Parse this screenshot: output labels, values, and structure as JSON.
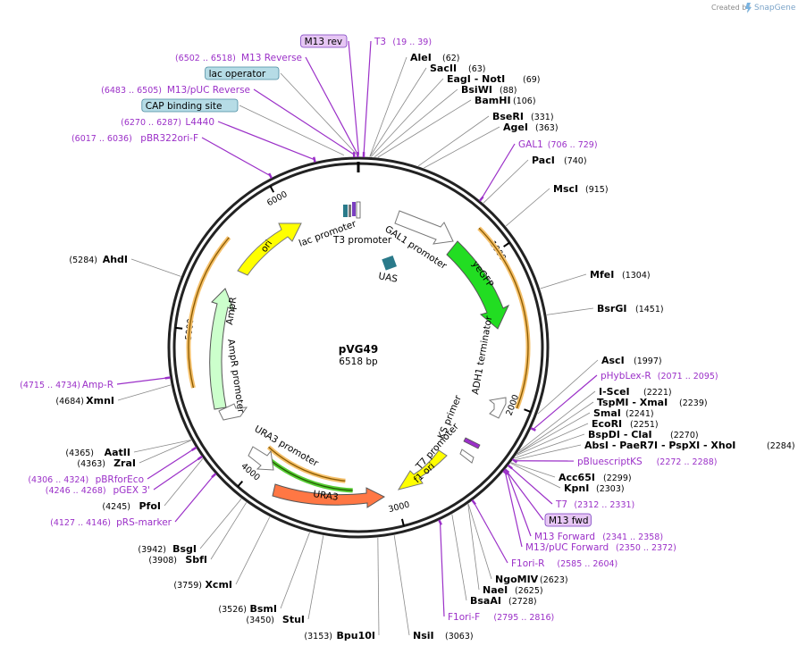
{
  "plasmid": {
    "name": "pVG49",
    "length": "6518 bp"
  },
  "credit": "Created by",
  "brand": "SnapGene",
  "ticks": [
    "1000",
    "2000",
    "3000",
    "4000",
    "5000",
    "6000"
  ],
  "features": [
    {
      "id": "gal1p",
      "label": "GAL1 promoter",
      "color": "#ffffff"
    },
    {
      "id": "yegfp",
      "label": "yeGFP",
      "color": "#22dd22"
    },
    {
      "id": "adh1",
      "label": "ADH1 terminator",
      "color": "#ffffff"
    },
    {
      "id": "ks",
      "label": "KS primer",
      "color": "#ffffff"
    },
    {
      "id": "t7p",
      "label": "T7 promoter",
      "color": "#ffffff"
    },
    {
      "id": "f1",
      "label": "f1 ori",
      "color": "#ffff00"
    },
    {
      "id": "ura3",
      "label": "URA3",
      "color": "#ff7744"
    },
    {
      "id": "ura3p",
      "label": "URA3 promoter",
      "color": "#ffffff"
    },
    {
      "id": "ampp",
      "label": "AmpR promoter",
      "color": "#ffffff"
    },
    {
      "id": "ampr",
      "label": "AmpR",
      "color": "#ccffcc"
    },
    {
      "id": "ori",
      "label": "ori",
      "color": "#ffff00"
    },
    {
      "id": "lacp",
      "label": "lac promoter",
      "color": "#ffffff"
    },
    {
      "id": "t3p",
      "label": "T3 promoter",
      "color": "#ffffff"
    },
    {
      "id": "uas",
      "label": "UAS",
      "color": "#2a7a8a"
    }
  ],
  "left_labels": [
    {
      "text": "M13 rev",
      "pos": "",
      "type": "boxp"
    },
    {
      "text": "M13 Reverse",
      "pos": "(6502 .. 6518)",
      "type": "primer"
    },
    {
      "text": "lac operator",
      "pos": "",
      "type": "boxb"
    },
    {
      "text": "M13/pUC Reverse",
      "pos": "(6483 .. 6505)",
      "type": "primer"
    },
    {
      "text": "CAP binding site",
      "pos": "",
      "type": "boxb"
    },
    {
      "text": "L4440",
      "pos": "(6270 .. 6287)",
      "type": "primer"
    },
    {
      "text": "pBR322ori-F",
      "pos": "(6017 .. 6036)",
      "type": "primer"
    },
    {
      "text": "AhdI",
      "pos": "(5284)",
      "type": "enzyme"
    },
    {
      "text": "Amp-R",
      "pos": "(4715 .. 4734)",
      "type": "primer"
    },
    {
      "text": "XmnI",
      "pos": "(4684)",
      "type": "enzyme"
    },
    {
      "text": "AatII",
      "pos": "(4365)",
      "type": "enzyme"
    },
    {
      "text": "ZraI",
      "pos": "(4363)",
      "type": "enzyme"
    },
    {
      "text": "pBRforEco",
      "pos": "(4306 .. 4324)",
      "type": "primer"
    },
    {
      "text": "pGEX 3'",
      "pos": "(4246 .. 4268)",
      "type": "primer"
    },
    {
      "text": "PfoI",
      "pos": "(4245)",
      "type": "enzyme"
    },
    {
      "text": "pRS-marker",
      "pos": "(4127 .. 4146)",
      "type": "primer"
    },
    {
      "text": "BsgI",
      "pos": "(3942)",
      "type": "enzyme"
    },
    {
      "text": "SbfI",
      "pos": "(3908)",
      "type": "enzyme"
    },
    {
      "text": "XcmI",
      "pos": "(3759)",
      "type": "enzyme"
    },
    {
      "text": "BsmI",
      "pos": "(3526)",
      "type": "enzyme"
    },
    {
      "text": "StuI",
      "pos": "(3450)",
      "type": "enzyme"
    },
    {
      "text": "Bpu10I",
      "pos": "(3153)",
      "type": "enzyme"
    }
  ],
  "right_labels": [
    {
      "text": "T3",
      "pos": "(19 .. 39)",
      "type": "primer"
    },
    {
      "text": "AleI",
      "pos": "(62)",
      "type": "enzyme"
    },
    {
      "text": "SacII",
      "pos": "(63)",
      "type": "enzyme"
    },
    {
      "text": "EagI - NotI",
      "pos": "(69)",
      "type": "enzyme"
    },
    {
      "text": "BsiWI",
      "pos": "(88)",
      "type": "enzyme"
    },
    {
      "text": "BamHI",
      "pos": "(106)",
      "type": "enzyme"
    },
    {
      "text": "BseRI",
      "pos": "(331)",
      "type": "enzyme"
    },
    {
      "text": "AgeI",
      "pos": "(363)",
      "type": "enzyme"
    },
    {
      "text": "GAL1",
      "pos": "(706 .. 729)",
      "type": "primer"
    },
    {
      "text": "PacI",
      "pos": "(740)",
      "type": "enzyme"
    },
    {
      "text": "MscI",
      "pos": "(915)",
      "type": "enzyme"
    },
    {
      "text": "MfeI",
      "pos": "(1304)",
      "type": "enzyme"
    },
    {
      "text": "BsrGI",
      "pos": "(1451)",
      "type": "enzyme"
    },
    {
      "text": "AscI",
      "pos": "(1997)",
      "type": "enzyme"
    },
    {
      "text": "pHybLex-R",
      "pos": "(2071 .. 2095)",
      "type": "primer"
    },
    {
      "text": "I-SceI",
      "pos": "(2221)",
      "type": "enzyme"
    },
    {
      "text": "TspMI - XmaI",
      "pos": "(2239)",
      "type": "enzyme"
    },
    {
      "text": "SmaI",
      "pos": "(2241)",
      "type": "enzyme"
    },
    {
      "text": "EcoRI",
      "pos": "(2251)",
      "type": "enzyme"
    },
    {
      "text": "BspDI - ClaI",
      "pos": "(2270)",
      "type": "enzyme"
    },
    {
      "text": "AbsI - PaeR7I - PspXI - XhoI",
      "pos": "(2284)",
      "type": "enzyme"
    },
    {
      "text": "pBluescriptKS",
      "pos": "(2272 .. 2288)",
      "type": "primer"
    },
    {
      "text": "Acc65I",
      "pos": "(2299)",
      "type": "enzyme"
    },
    {
      "text": "KpnI",
      "pos": "(2303)",
      "type": "enzyme"
    },
    {
      "text": "T7",
      "pos": "(2312 .. 2331)",
      "type": "primer"
    },
    {
      "text": "M13 fwd",
      "pos": "",
      "type": "boxp"
    },
    {
      "text": "M13 Forward",
      "pos": "(2341 .. 2358)",
      "type": "primer"
    },
    {
      "text": "M13/pUC Forward",
      "pos": "(2350 .. 2372)",
      "type": "primer"
    },
    {
      "text": "F1ori-R",
      "pos": "(2585 .. 2604)",
      "type": "primer"
    },
    {
      "text": "NgoMIV",
      "pos": "(2623)",
      "type": "enzyme"
    },
    {
      "text": "NaeI",
      "pos": "(2625)",
      "type": "enzyme"
    },
    {
      "text": "BsaAI",
      "pos": "(2728)",
      "type": "enzyme"
    },
    {
      "text": "F1ori-F",
      "pos": "(2795 .. 2816)",
      "type": "primer"
    },
    {
      "text": "NsiI",
      "pos": "(3063)",
      "type": "enzyme"
    }
  ]
}
